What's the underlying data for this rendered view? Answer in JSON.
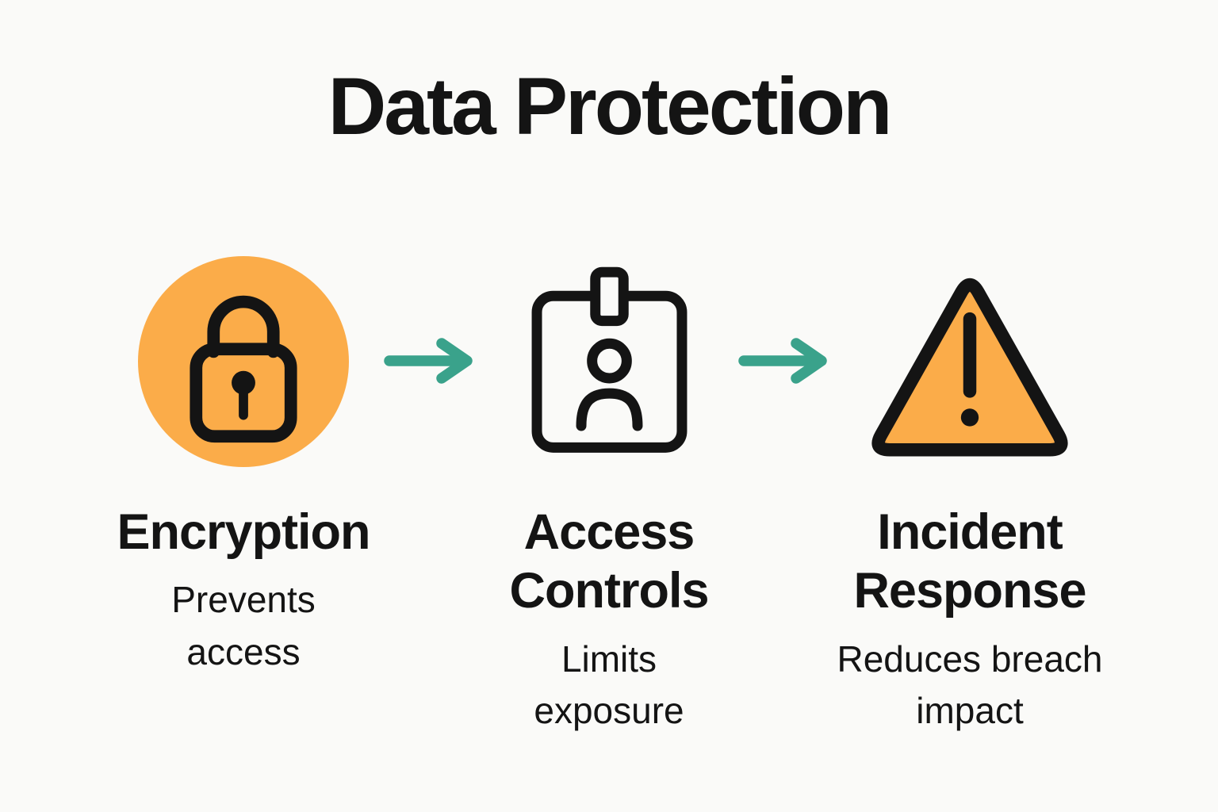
{
  "title": "Data Protection",
  "colors": {
    "background": "#FAFAF8",
    "text": "#141414",
    "icon_stroke": "#141414",
    "accent_orange": "#FBAC49",
    "arrow_teal": "#3AA28B"
  },
  "steps": [
    {
      "icon": "lock-icon",
      "label": "Encryption",
      "description": "Prevents access"
    },
    {
      "icon": "id-badge-icon",
      "label": "Access Controls",
      "description": "Limits exposure"
    },
    {
      "icon": "warning-triangle-icon",
      "label": "Incident Response",
      "description": "Reduces breach impact"
    }
  ],
  "arrows": [
    {
      "icon": "right-arrow-icon"
    },
    {
      "icon": "right-arrow-icon"
    }
  ]
}
